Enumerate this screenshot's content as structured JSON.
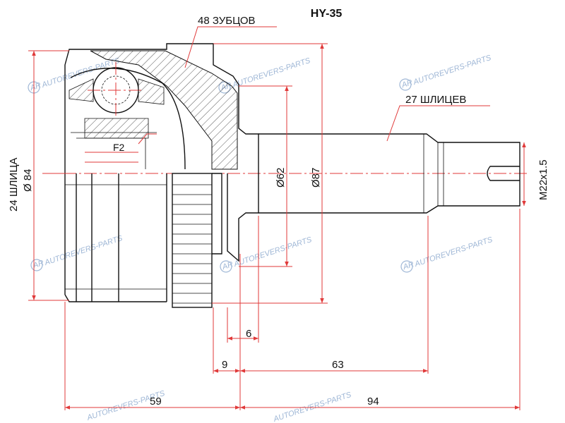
{
  "title": "HY-35",
  "labels": {
    "teeth": "48 ЗУБЦОВ",
    "outer_splines": "27 ШЛИЦЕВ",
    "inner_splines": "24 ШЛИЦА",
    "f2": "F2"
  },
  "dimensions": {
    "d84": "Ø 84",
    "d62": "Ø62",
    "d87": "Ø87",
    "thread": "M22x1.5",
    "len_6": "6",
    "len_9": "9",
    "len_63": "63",
    "len_59": "59",
    "len_94": "94"
  },
  "watermark": {
    "text": "AUTOREVERS-PARTS",
    "logo": "AR"
  },
  "colors": {
    "dimension": "#e03a3a",
    "outline": "#111111",
    "watermark": "#9fb7d6"
  }
}
